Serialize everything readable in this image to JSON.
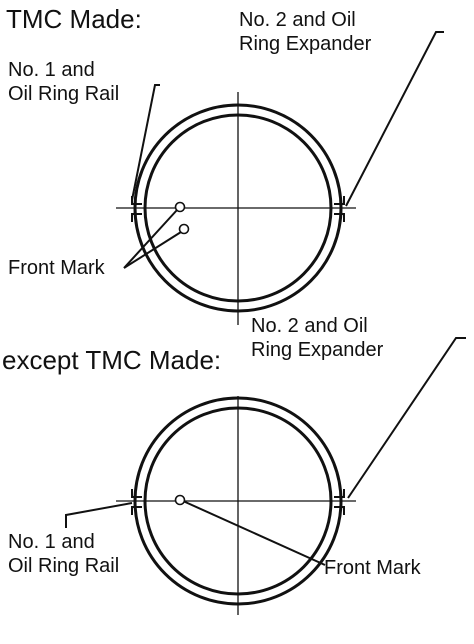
{
  "top": {
    "heading": "TMC Made:",
    "label_no2": [
      "No. 2 and Oil",
      "Ring Expander"
    ],
    "label_no1": [
      "No. 1 and",
      "Oil Ring Rail"
    ],
    "label_front": "Front Mark"
  },
  "bottom": {
    "heading": "except TMC Made:",
    "label_no2": [
      "No. 2 and Oil",
      "Ring Expander"
    ],
    "label_no1": [
      "No. 1 and",
      "Oil Ring Rail"
    ],
    "label_front": "Front Mark"
  }
}
